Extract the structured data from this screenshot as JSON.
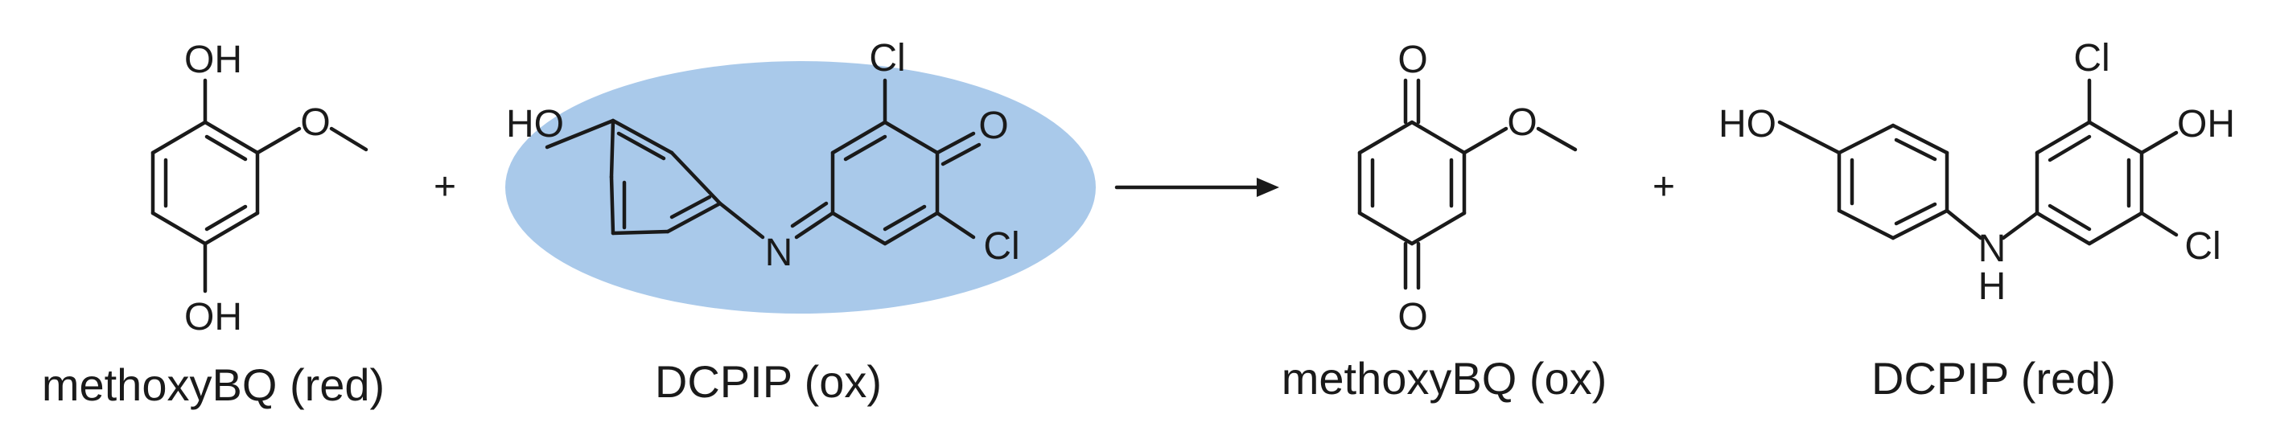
{
  "highlight_color": "#a9c9ea",
  "ink_color": "#1a1a1a",
  "operators": {
    "plus": "+"
  },
  "reaction_arrow": "right-arrow",
  "molecules": {
    "methoxy_red": {
      "caption": "methoxyBQ (red)",
      "labels": {
        "oh_top": "OH",
        "o_methoxy": "O",
        "oh_bottom": "OH"
      }
    },
    "dcpip_ox": {
      "caption": "DCPIP (ox)",
      "labels": {
        "ho": "HO",
        "n": "N",
        "o": "O",
        "cl_top": "Cl",
        "cl_bottom": "Cl"
      }
    },
    "methoxy_ox": {
      "caption": "methoxyBQ (ox)",
      "labels": {
        "o_top": "O",
        "o_methoxy": "O",
        "o_bottom": "O"
      }
    },
    "dcpip_red": {
      "caption": "DCPIP (red)",
      "labels": {
        "ho": "HO",
        "n": "N",
        "h": "H",
        "oh": "OH",
        "cl_top": "Cl",
        "cl_bottom": "Cl"
      }
    }
  }
}
